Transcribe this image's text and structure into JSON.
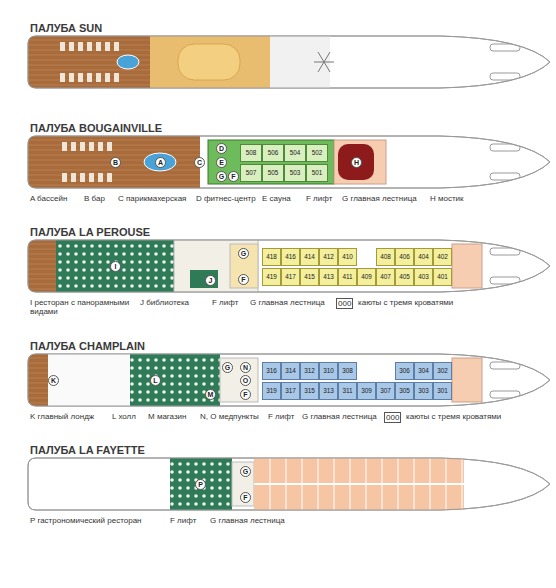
{
  "diagram": {
    "nodes": [
      {
        "text": [
          "ПАЛУБА SUN"
        ]
      },
      {
        "text": [
          "ПАЛУБА BOUGAINVILLE"
        ]
      },
      {
        "text": [
          "A"
        ],
        "in": 1
      },
      {
        "text": [
          "B"
        ],
        "in": 1
      },
      {
        "text": [
          "C"
        ],
        "in": 1
      },
      {
        "text": [
          "D"
        ],
        "in": 1
      },
      {
        "text": [
          "E"
        ],
        "in": 1
      },
      {
        "text": [
          "G"
        ],
        "in": 1
      },
      {
        "text": [
          "F"
        ],
        "in": 1
      },
      {
        "text": [
          "H"
        ],
        "in": 1
      },
      {
        "text": [
          "508"
        ],
        "in": 1
      },
      {
        "text": [
          "506"
        ],
        "in": 1
      },
      {
        "text": [
          "504"
        ],
        "in": 1
      },
      {
        "text": [
          "502"
        ],
        "in": 1
      },
      {
        "text": [
          "507"
        ],
        "in": 1
      },
      {
        "text": [
          "505"
        ],
        "in": 1
      },
      {
        "text": [
          "503"
        ],
        "in": 1
      },
      {
        "text": [
          "501"
        ],
        "in": 1
      },
      {
        "text": [
          "ПАЛУБА LA PEROUSE"
        ]
      },
      {
        "text": [
          "I"
        ],
        "in": 18
      },
      {
        "text": [
          "J"
        ],
        "in": 18
      },
      {
        "text": [
          "G"
        ],
        "in": 18
      },
      {
        "text": [
          "F"
        ],
        "in": 18
      },
      {
        "text": [
          "418"
        ],
        "in": 18
      },
      {
        "text": [
          "416"
        ],
        "in": 18
      },
      {
        "text": [
          "414"
        ],
        "in": 18
      },
      {
        "text": [
          "412"
        ],
        "in": 18
      },
      {
        "text": [
          "410"
        ],
        "in": 18
      },
      {
        "text": [
          "408"
        ],
        "in": 18
      },
      {
        "text": [
          "406"
        ],
        "in": 18
      },
      {
        "text": [
          "404"
        ],
        "in": 18
      },
      {
        "text": [
          "402"
        ],
        "in": 18
      },
      {
        "text": [
          "419"
        ],
        "in": 18
      },
      {
        "text": [
          "417"
        ],
        "in": 18
      },
      {
        "text": [
          "415"
        ],
        "in": 18
      },
      {
        "text": [
          "413"
        ],
        "in": 18
      },
      {
        "text": [
          "411"
        ],
        "in": 18
      },
      {
        "text": [
          "409"
        ],
        "in": 18
      },
      {
        "text": [
          "407"
        ],
        "in": 18
      },
      {
        "text": [
          "405"
        ],
        "in": 18
      },
      {
        "text": [
          "403"
        ],
        "in": 18
      },
      {
        "text": [
          "401"
        ],
        "in": 18
      },
      {
        "text": [
          "ПАЛУБА CHAMPLAIN"
        ]
      },
      {
        "text": [
          "K"
        ],
        "in": 42
      },
      {
        "text": [
          "L"
        ],
        "in": 42
      },
      {
        "text": [
          "G"
        ],
        "in": 42
      },
      {
        "text": [
          "N"
        ],
        "in": 42
      },
      {
        "text": [
          "O"
        ],
        "in": 42
      },
      {
        "text": [
          "M"
        ],
        "in": 42
      },
      {
        "text": [
          "F"
        ],
        "in": 42
      },
      {
        "text": [
          "316"
        ],
        "in": 42
      },
      {
        "text": [
          "314"
        ],
        "in": 42
      },
      {
        "text": [
          "312"
        ],
        "in": 42
      },
      {
        "text": [
          "310"
        ],
        "in": 42
      },
      {
        "text": [
          "308"
        ],
        "in": 42
      },
      {
        "text": [
          "306"
        ],
        "in": 42
      },
      {
        "text": [
          "304"
        ],
        "in": 42
      },
      {
        "text": [
          "302"
        ],
        "in": 42
      },
      {
        "text": [
          "319"
        ],
        "in": 42
      },
      {
        "text": [
          "317"
        ],
        "in": 42
      },
      {
        "text": [
          "315"
        ],
        "in": 42
      },
      {
        "text": [
          "313"
        ],
        "in": 42
      },
      {
        "text": [
          "311"
        ],
        "in": 42
      },
      {
        "text": [
          "309"
        ],
        "in": 42
      },
      {
        "text": [
          "307"
        ],
        "in": 42
      },
      {
        "text": [
          "305"
        ],
        "in": 42
      },
      {
        "text": [
          "303"
        ],
        "in": 42
      },
      {
        "text": [
          "301"
        ],
        "in": 42
      },
      {
        "text": [
          "ПАЛУБА LA FAYETTE"
        ]
      },
      {
        "text": [
          "P"
        ],
        "in": 68
      },
      {
        "text": [
          "G"
        ],
        "in": 68
      },
      {
        "text": [
          "F"
        ],
        "in": 68
      }
    ],
    "labels": [
      "A бассейн",
      "B бар",
      "C парикмахерская",
      "D фитнес-центр",
      "E сауна",
      "F лифт",
      "G главная лестница",
      "H мостик",
      "I ресторан с панорамными видами",
      "J библиотека",
      "F лифт",
      "G главная лестница",
      "000",
      "каюты с тремя кроватями",
      "K главный лондж",
      "L холл",
      "M магазин",
      "N, O медпункты",
      "F лифт",
      "G главная лестница",
      "000",
      "каюты с тремя кроватями",
      "P гастрономический ресторан",
      "F лифт",
      "G главная лестница"
    ]
  }
}
